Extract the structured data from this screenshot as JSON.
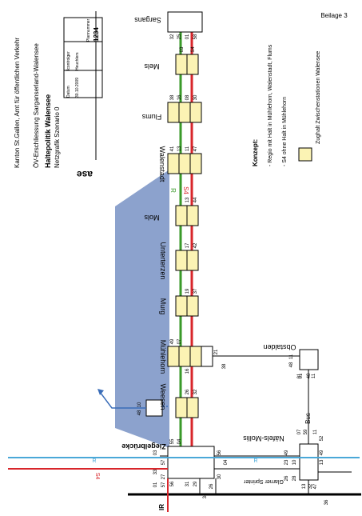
{
  "header": {
    "authority": "Kanton St.Gallen, Amt für öffentlichen Verkehr",
    "project": "ÖV-Erschliessung Sarganserland-Walensee",
    "title": "Haltepolitik Walensee",
    "subtitle": "Netzgrafik Szenario 0",
    "logo_text": "ase",
    "appendix": "Beilage 3"
  },
  "info_table": {
    "date_label": "Datum",
    "date_value": "30.10.2009",
    "author_label": "Icontrolger",
    "author_value": "Heuchlers",
    "plan_label": "Plannummer",
    "plan_value": "1234"
  },
  "concept": {
    "heading": "Konzept:",
    "line1": "- Regio mit Halt in Mühlehorn, Walenstadt, Flums",
    "line2": "- S4 ohne Halt in Mühlehorn",
    "legend_text": "Zughalt Zwischenstationen Walensee"
  },
  "stations": [
    {
      "name": "Sargans"
    },
    {
      "name": "Mels",
      "a": "03",
      "b": "S4"
    },
    {
      "name": "Flums",
      "a": "38",
      "b": "16",
      "c": "08",
      "d": "30"
    },
    {
      "name": "Walenstadt",
      "a": "41",
      "b": "13",
      "c": "11",
      "d": "47"
    },
    {
      "name": "Mols",
      "a": "13",
      "b": "44"
    },
    {
      "name": "Unterterzen",
      "a": "17",
      "b": "42"
    },
    {
      "name": "Murg",
      "a": "19",
      "b": "37"
    },
    {
      "name": "Mühlehorn",
      "a": "49",
      "b": "07",
      "c": "16"
    },
    {
      "name": "Weesen",
      "a": "26",
      "b": "32"
    },
    {
      "name": "Ziegelbrücke",
      "a": "55",
      "b": "04",
      "c": "56",
      "d": "31",
      "e": "29"
    }
  ],
  "sargans_times": {
    "a": "32",
    "b": "25",
    "c": "01",
    "d": "58"
  },
  "mels_times": {
    "c": "S4"
  },
  "line_labels": {
    "regio": "R",
    "s4": "S4",
    "ir": "IR",
    "bus": "Bus"
  },
  "lower": {
    "obstalden": "Obstalden",
    "nafels": "Näfels-Mollis",
    "glarner": "Glarner Sprinter",
    "obst_times": [
      "11",
      "48",
      "01",
      "11"
    ],
    "muhle_bus": [
      "21",
      "38"
    ],
    "weesen_bus": [
      "10",
      "48"
    ],
    "zb_times": [
      "03",
      "57",
      "33",
      "27",
      "01",
      "57",
      "56",
      "04",
      "30",
      "34",
      "26"
    ],
    "nafels_times": [
      "49",
      "23",
      "10",
      "13",
      "49",
      "52",
      "26",
      "28",
      "13",
      "32",
      "47",
      "36"
    ],
    "bus_times": [
      "01",
      "07",
      "48",
      "59",
      "11"
    ]
  },
  "colors": {
    "regio": "#3a9a2a",
    "s4": "#d8262b",
    "ir": "#d8262b",
    "blue_line": "#4aa8d8",
    "wedge": "#7f98c8",
    "stop_fill": "#fbf3b4",
    "bus": "#3a6db8"
  }
}
